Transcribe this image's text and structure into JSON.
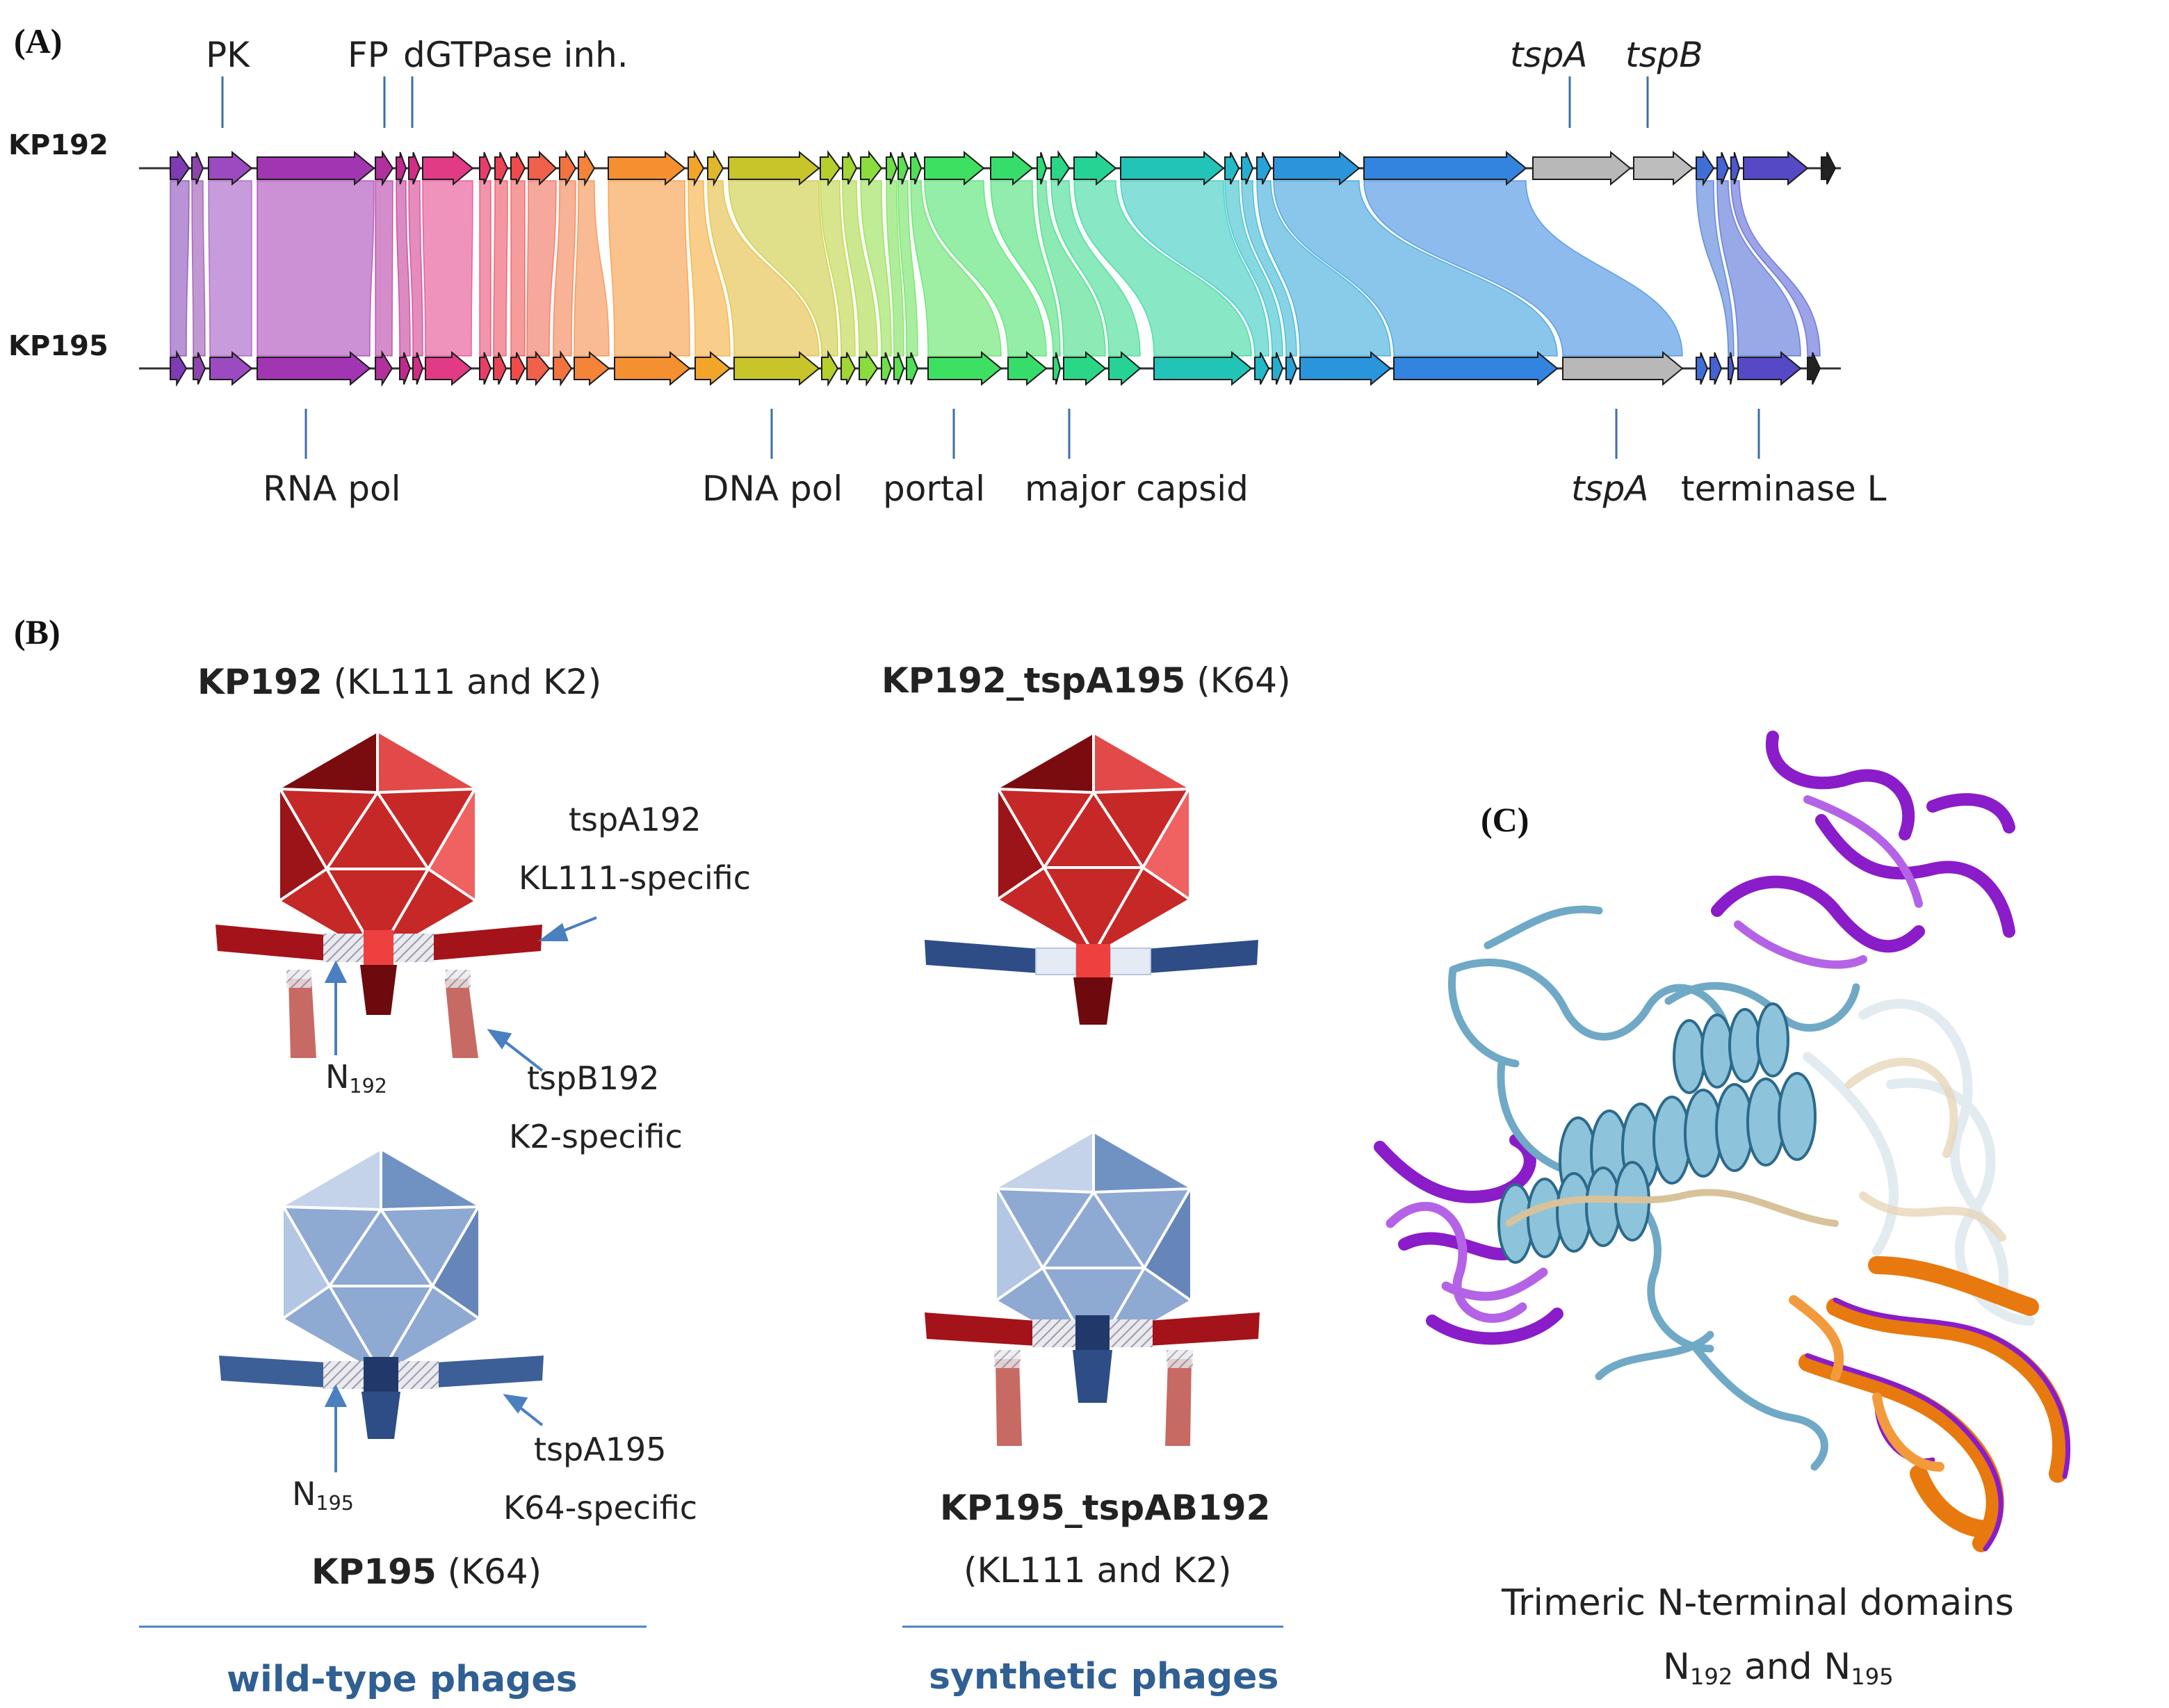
{
  "panels": {
    "a": "(A)",
    "b": "(B)",
    "c": "(C)"
  },
  "genomes": {
    "top": "KP192",
    "bottom": "KP195"
  },
  "gene_labels_top": {
    "pk": "PK",
    "fp": "FP",
    "dgtpase": "dGTPase inh.",
    "tspa": "tspA",
    "tspb": "tspB"
  },
  "gene_labels_bottom": {
    "rna_pol": "RNA pol",
    "dna_pol": "DNA pol",
    "portal": "portal",
    "capsid": "major capsid",
    "tspa": "tspA",
    "terminase": "terminase L"
  },
  "phages": {
    "kp192": {
      "name": "KP192",
      "detail": "(KL111 and K2)"
    },
    "kp192_tspa195": {
      "name": "KP192_tspA195",
      "detail": "(K64)"
    },
    "kp195": {
      "name": "KP195",
      "detail": "(K64)"
    },
    "kp195_tspab192": {
      "name": "KP195_tspAB192",
      "detail": "(KL111 and K2)"
    }
  },
  "annotations": {
    "tspa192_name": "tspA192",
    "tspa192_spec": "KL111-specific",
    "tspb192_name": "tspB192",
    "tspb192_spec": "K2-specific",
    "n192_letter": "N",
    "n192_sub": "192",
    "tspa195_name": "tspA195",
    "tspa195_spec": "K64-specific",
    "n195_letter": "N",
    "n195_sub": "195"
  },
  "groups": {
    "wild": "wild-type phages",
    "synthetic": "synthetic phages"
  },
  "caption_c": {
    "line1": "Trimeric N-terminal domains",
    "n1": "N",
    "s1": "192",
    "and": " and ",
    "n2": "N",
    "s2": "195"
  },
  "colors": {
    "red_dark": "#8e0e12",
    "red": "#c62828",
    "blue_dark": "#2e4d86",
    "blue_light": "#9db8db",
    "arrow_blue": "#4a7fc0",
    "group_line": "#4a7fc0"
  }
}
